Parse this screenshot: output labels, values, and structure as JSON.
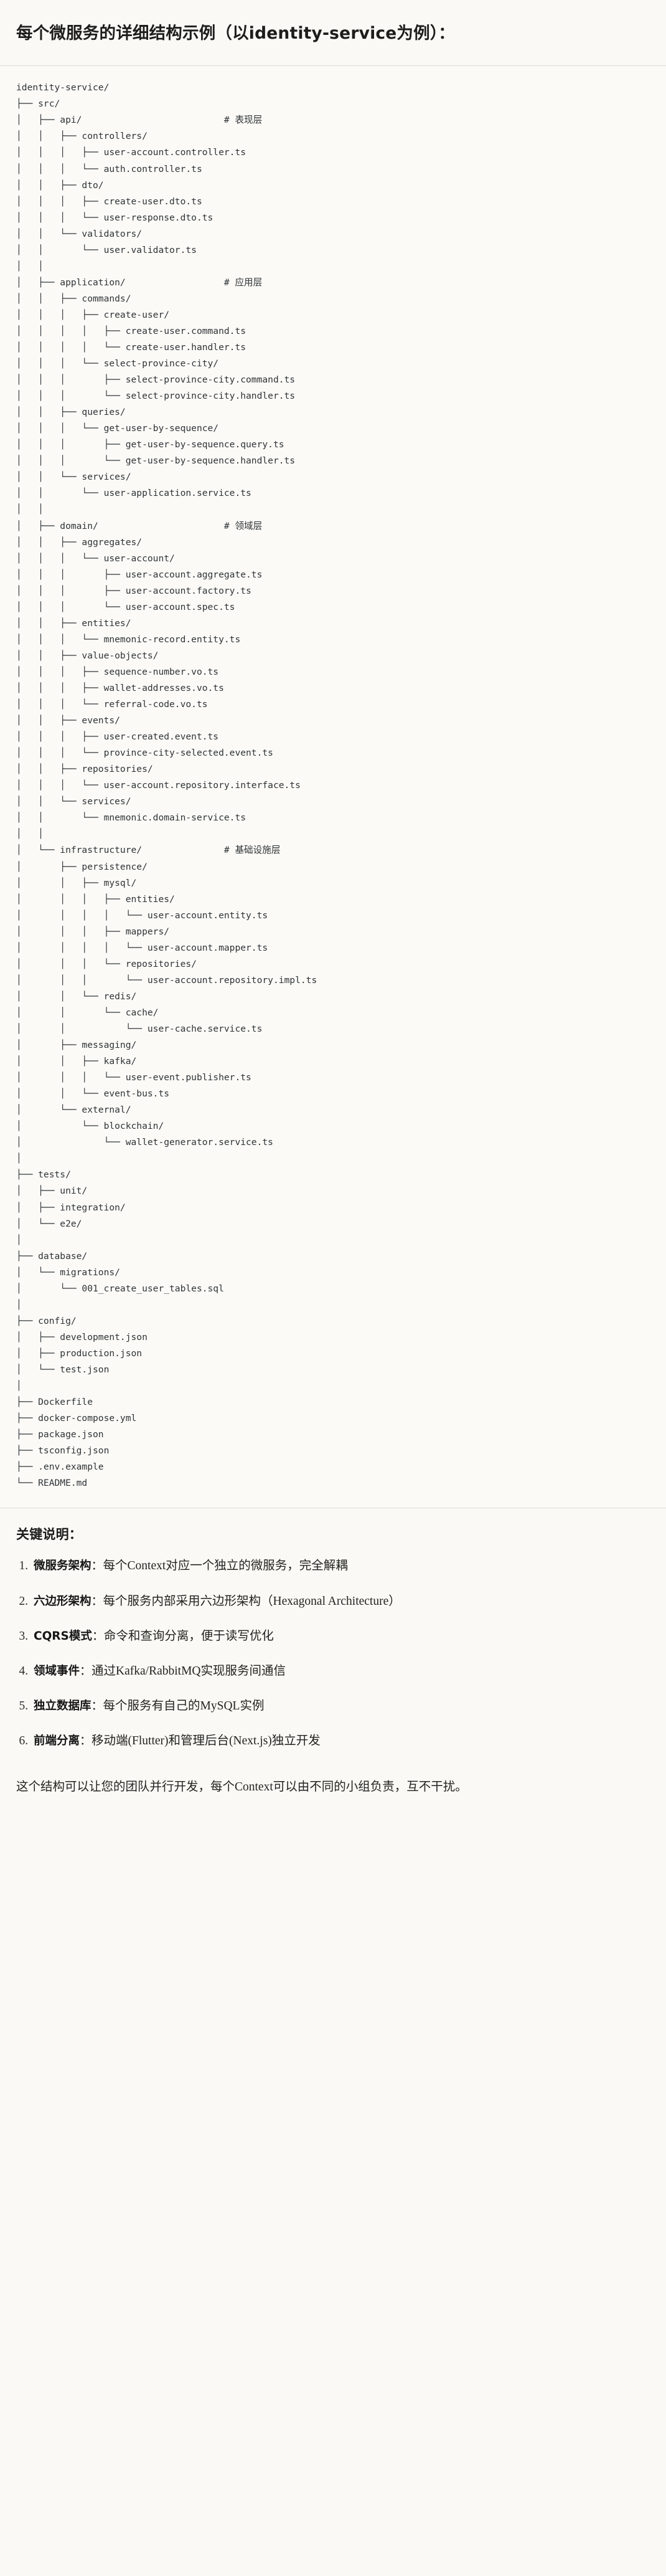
{
  "heading": "每个微服务的详细结构示例（以identity-service为例）：",
  "tree": {
    "root_label": "identity-service/",
    "comments": {
      "api": "# 表现层",
      "application": "# 应用层",
      "domain": "# 领域层",
      "infrastructure": "# 基础设施层"
    },
    "text": "identity-service/\n├── src/\n│   ├── api/                          # 表现层\n│   │   ├── controllers/\n│   │   │   ├── user-account.controller.ts\n│   │   │   └── auth.controller.ts\n│   │   ├── dto/\n│   │   │   ├── create-user.dto.ts\n│   │   │   └── user-response.dto.ts\n│   │   └── validators/\n│   │       └── user.validator.ts\n│   │\n│   ├── application/                  # 应用层\n│   │   ├── commands/\n│   │   │   ├── create-user/\n│   │   │   │   ├── create-user.command.ts\n│   │   │   │   └── create-user.handler.ts\n│   │   │   └── select-province-city/\n│   │   │       ├── select-province-city.command.ts\n│   │   │       └── select-province-city.handler.ts\n│   │   ├── queries/\n│   │   │   └── get-user-by-sequence/\n│   │   │       ├── get-user-by-sequence.query.ts\n│   │   │       └── get-user-by-sequence.handler.ts\n│   │   └── services/\n│   │       └── user-application.service.ts\n│   │\n│   ├── domain/                       # 领域层\n│   │   ├── aggregates/\n│   │   │   └── user-account/\n│   │   │       ├── user-account.aggregate.ts\n│   │   │       ├── user-account.factory.ts\n│   │   │       └── user-account.spec.ts\n│   │   ├── entities/\n│   │   │   └── mnemonic-record.entity.ts\n│   │   ├── value-objects/\n│   │   │   ├── sequence-number.vo.ts\n│   │   │   ├── wallet-addresses.vo.ts\n│   │   │   └── referral-code.vo.ts\n│   │   ├── events/\n│   │   │   ├── user-created.event.ts\n│   │   │   └── province-city-selected.event.ts\n│   │   ├── repositories/\n│   │   │   └── user-account.repository.interface.ts\n│   │   └── services/\n│   │       └── mnemonic.domain-service.ts\n│   │\n│   └── infrastructure/               # 基础设施层\n│       ├── persistence/\n│       │   ├── mysql/\n│       │   │   ├── entities/\n│       │   │   │   └── user-account.entity.ts\n│       │   │   ├── mappers/\n│       │   │   │   └── user-account.mapper.ts\n│       │   │   └── repositories/\n│       │   │       └── user-account.repository.impl.ts\n│       │   └── redis/\n│       │       └── cache/\n│       │           └── user-cache.service.ts\n│       ├── messaging/\n│       │   ├── kafka/\n│       │   │   └── user-event.publisher.ts\n│       │   └── event-bus.ts\n│       └── external/\n│           └── blockchain/\n│               └── wallet-generator.service.ts\n│\n├── tests/\n│   ├── unit/\n│   ├── integration/\n│   └── e2e/\n│\n├── database/\n│   └── migrations/\n│       └── 001_create_user_tables.sql\n│\n├── config/\n│   ├── development.json\n│   ├── production.json\n│   └── test.json\n│\n├── Dockerfile\n├── docker-compose.yml\n├── package.json\n├── tsconfig.json\n├── .env.example\n└── README.md"
  },
  "notes": {
    "title": "关键说明：",
    "items": [
      {
        "term": "微服务架构",
        "sep": "：",
        "desc": "每个Context对应一个独立的微服务，完全解耦"
      },
      {
        "term": "六边形架构",
        "sep": "：",
        "desc": "每个服务内部采用六边形架构（Hexagonal Architecture）"
      },
      {
        "term": "CQRS模式",
        "sep": "：",
        "desc": "命令和查询分离，便于读写优化"
      },
      {
        "term": "领域事件",
        "sep": "：",
        "desc": "通过Kafka/RabbitMQ实现服务间通信"
      },
      {
        "term": "独立数据库",
        "sep": "：",
        "desc": "每个服务有自己的MySQL实例"
      },
      {
        "term": "前端分离",
        "sep": "：",
        "desc": "移动端(Flutter)和管理后台(Next.js)独立开发"
      }
    ],
    "closing": "这个结构可以让您的团队并行开发，每个Context可以由不同的小组负责，互不干扰。"
  },
  "colors": {
    "page_bg": "#faf9f5",
    "code_bg": "#fbfaf7",
    "text": "#2b2b28",
    "rule": "#e0ddd4"
  }
}
